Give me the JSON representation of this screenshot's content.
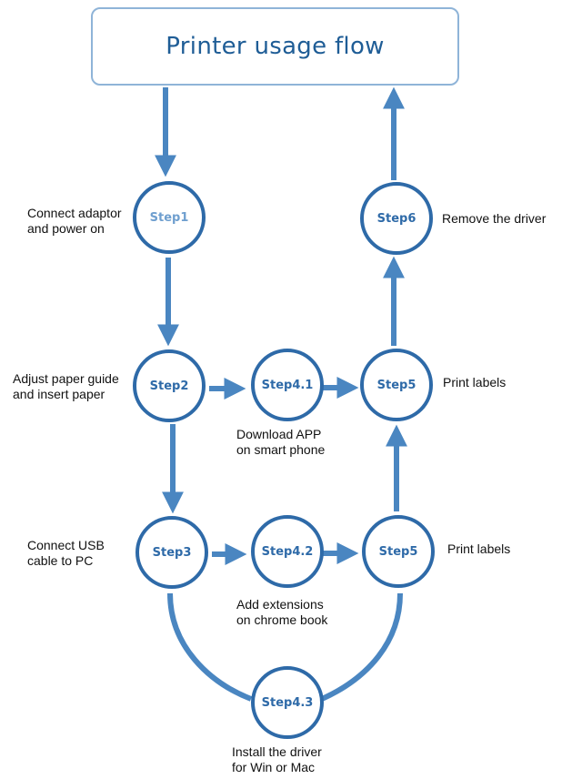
{
  "title": "Printer usage flow",
  "colors": {
    "arrow": "#4a86c1",
    "node_border": "#2e6aa8",
    "title_text": "#1f5d96",
    "title_border": "#8fb4d8"
  },
  "nodes": {
    "step1": "Step1",
    "step2": "Step2",
    "step3": "Step3",
    "step4_1": "Step4.1",
    "step4_2": "Step4.2",
    "step4_3": "Step4.3",
    "step5_upper": "Step5",
    "step5_lower": "Step5",
    "step6": "Step6"
  },
  "labels": {
    "step1": [
      "Connect adaptor",
      "and power on"
    ],
    "step2": [
      "Adjust paper guide",
      "and insert paper"
    ],
    "step3": [
      "Connect USB",
      "cable to PC"
    ],
    "step4_1": [
      "Download APP",
      "on smart phone"
    ],
    "step4_2": [
      "Add extensions",
      "on chrome book"
    ],
    "step4_3": [
      "Install the driver",
      "for Win or Mac"
    ],
    "step5_upper": [
      "Print labels"
    ],
    "step5_lower": [
      "Print labels"
    ],
    "step6": [
      "Remove the driver"
    ]
  }
}
